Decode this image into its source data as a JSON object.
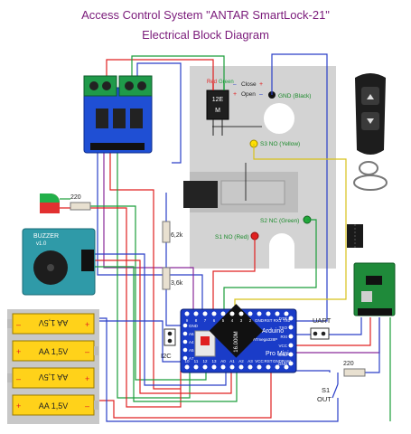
{
  "header": {
    "title": "Access Control System \"ANTAR SmartLock-21\"",
    "subtitle": "Electrical Block Diagram"
  },
  "lock": {
    "motor_label": "12E M",
    "motor_wire_red": "Red",
    "motor_wire_green": "Green",
    "close_label": "Close",
    "close_sign": "+",
    "open_label": "Open",
    "open_sign": "–",
    "gnd_label": "GND (Black)",
    "s3_label": "S3 NO (Yellow)",
    "s2_label": "S2 NC (Green)",
    "s1_label": "S1 NO (Red)"
  },
  "components": {
    "resistor_top": "6,2k",
    "resistor_bottom": "3,6k",
    "led_resistor": "220",
    "out_resistor": "220",
    "buzzer_title": "BUZZER",
    "buzzer_version": "v1.0",
    "i2c_label": "I2C",
    "uart_label": "UART",
    "s1_switch": "S1",
    "out_label": "OUT"
  },
  "batteries": [
    {
      "label": "AA 1,5V",
      "inverted": true
    },
    {
      "label": "AA 1,5V",
      "inverted": false
    },
    {
      "label": "AA 1,5V",
      "inverted": true
    },
    {
      "label": "AA 1,5V",
      "inverted": false
    }
  ],
  "arduino": {
    "brand": "Arduino",
    "model": "Pro Mini",
    "chip": "ATmega328P",
    "crystal": "16.000M",
    "top_pins": [
      "TX0",
      "RX1",
      "RST",
      "GND",
      "2",
      "3",
      "4",
      "5",
      "6",
      "7",
      "8",
      "9"
    ],
    "bottom_pins": [
      "10",
      "11",
      "12",
      "13",
      "A0",
      "A1",
      "A2",
      "A3",
      "VCC",
      "RST",
      "GND",
      "RAW"
    ],
    "right_header": [
      "DTR",
      "TXO",
      "RXI",
      "VCC",
      "GND",
      "GND"
    ],
    "left_pins": [
      "GND",
      "A6",
      "A4",
      "A5",
      "A7"
    ]
  },
  "colors": {
    "wire_red": "#e02020",
    "wire_green": "#1a9e3a",
    "wire_blue": "#2a3fc8",
    "wire_yellow": "#d8c21a",
    "wire_purple": "#8a2a9a",
    "title": "#7a1a7a",
    "board_blue": "#1a3cc8",
    "module_teal": "#2f9aa8"
  }
}
